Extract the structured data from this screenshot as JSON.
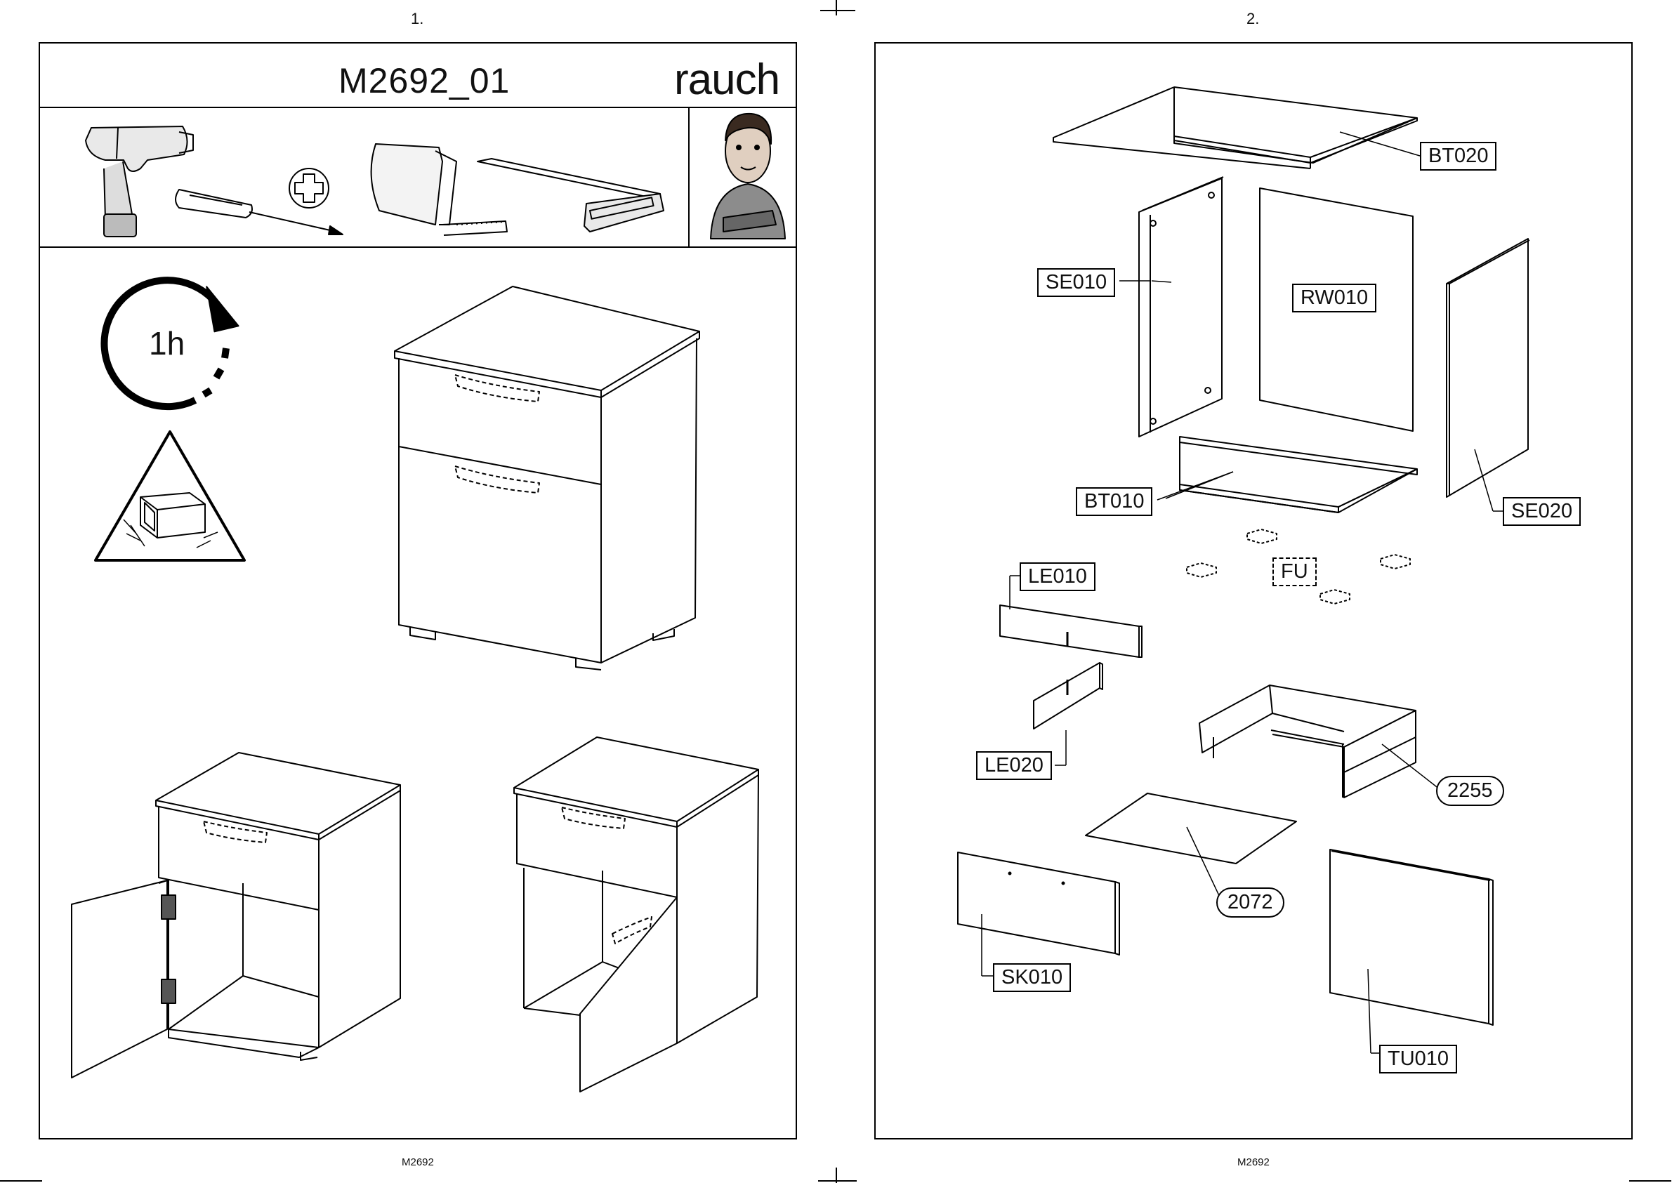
{
  "document": {
    "left_page": {
      "number": "1.",
      "footer": "M2692",
      "title": "M2692_01",
      "brand": "rauch",
      "assembly_time": "1h",
      "tools": [
        "drill-icon",
        "screwdriver-icon",
        "phillips-head-icon",
        "tape-measure-icon",
        "carpenter-square-icon"
      ]
    },
    "right_page": {
      "number": "2.",
      "footer": "M2692",
      "parts": {
        "bt020": "BT020",
        "se010": "SE010",
        "rw010": "RW010",
        "bt010": "BT010",
        "se020": "SE020",
        "le010": "LE010",
        "fu": "FU",
        "le020": "LE020",
        "p2255": "2255",
        "p2072": "2072",
        "sk010": "SK010",
        "tu010": "TU010"
      }
    }
  }
}
